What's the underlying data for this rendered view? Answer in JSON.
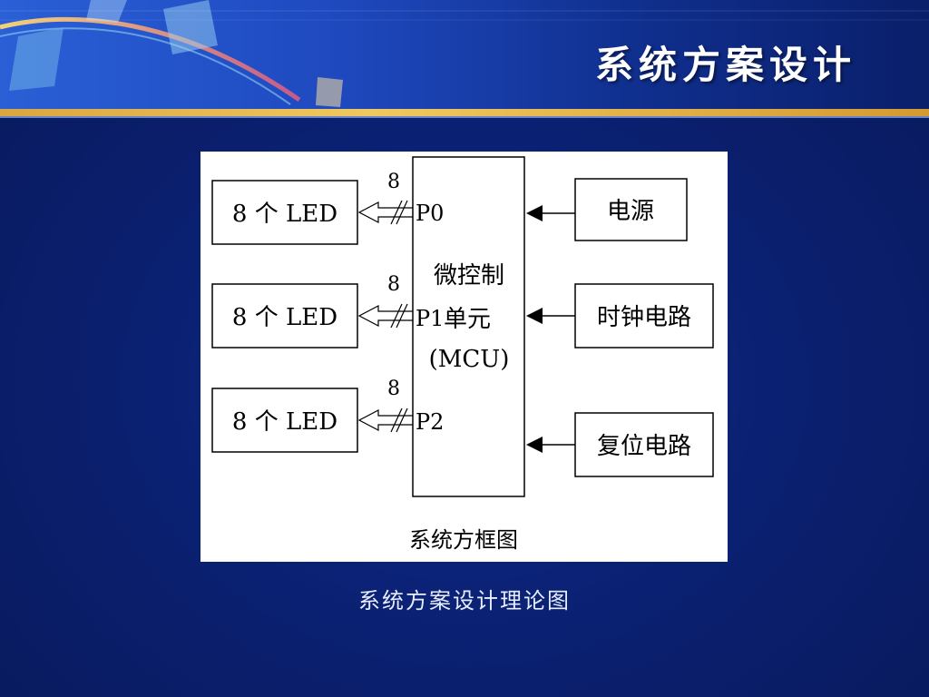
{
  "slide": {
    "title": "系统方案设计",
    "caption": "系统方案设计理论图"
  },
  "diagram": {
    "mcu_label_line1": "微控制",
    "mcu_label_line2": "单元",
    "mcu_label_line3": "(MCU)",
    "ports": [
      "P0",
      "P1",
      "P2"
    ],
    "bus_width": "8",
    "led_boxes": [
      "8 个 LED",
      "8 个 LED",
      "8 个 LED"
    ],
    "inputs": [
      "电源",
      "时钟电路",
      "复位电路"
    ],
    "footer": "系统方框图"
  },
  "colors": {
    "background": "#0a1f6e",
    "title_text": "#ffffff",
    "accent_bar": "#f0c860"
  }
}
